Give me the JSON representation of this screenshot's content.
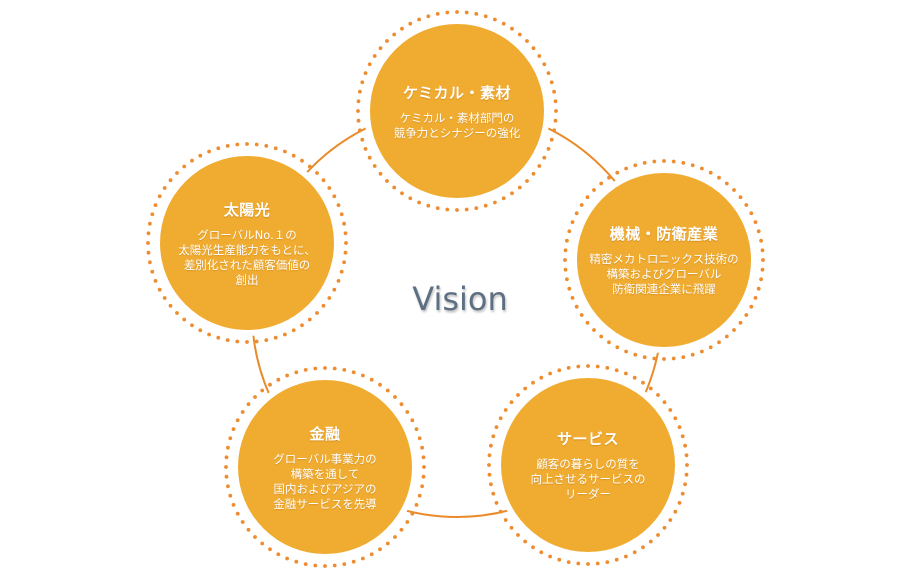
{
  "center_label": "Vision",
  "colors": {
    "circle_fill": "#f0ac30",
    "ring_stroke": "#e98b2b",
    "dot_color": "#ee8c30",
    "center_text": "#5e6f83"
  },
  "nodes": [
    {
      "title": "ケミカル・素材",
      "desc": "ケミカル・素材部門の\n競争力とシナジーの強化"
    },
    {
      "title": "機械・防衛産業",
      "desc": "精密メカトロニックス技術の\n構築およびグローバル\n防衛関連企業に飛躍"
    },
    {
      "title": "サービス",
      "desc": "顧客の暮らしの質を\n向上させるサービスの\nリーダー"
    },
    {
      "title": "金融",
      "desc": "グローバル事業力の\n構築を通して\n国内およびアジアの\n金融サービスを先導"
    },
    {
      "title": "太陽光",
      "desc": "グローバルNo.１の\n太陽光生産能力をもとに、\n差別化された顧客価値の\n創出"
    }
  ]
}
